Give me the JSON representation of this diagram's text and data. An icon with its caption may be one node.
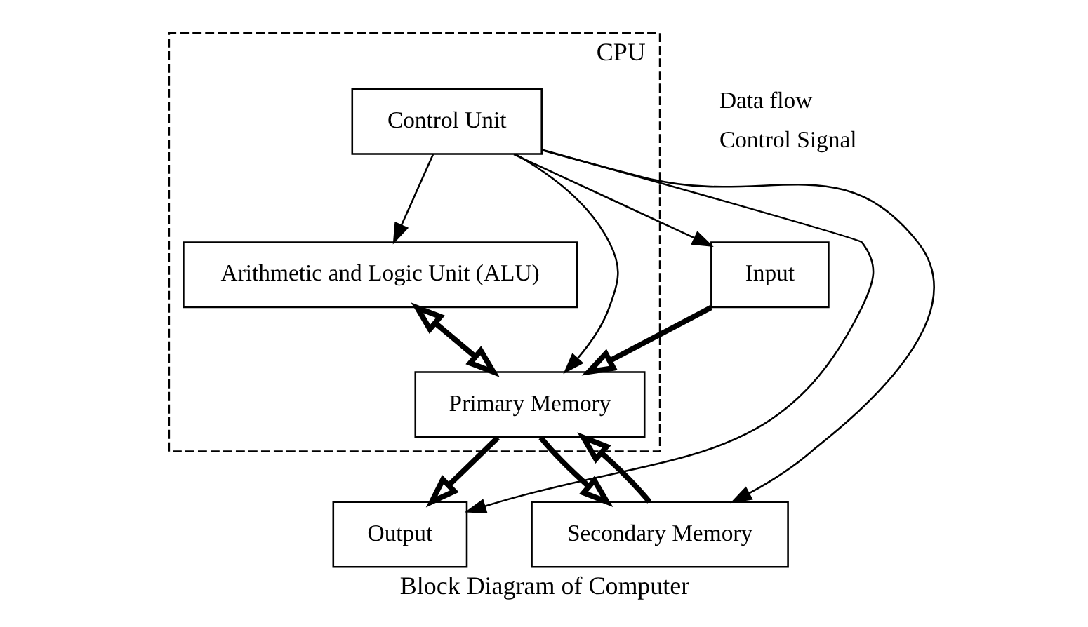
{
  "diagram": {
    "caption": "Block Diagram of Computer",
    "nodes": [
      {
        "text": [
          "CPU"
        ]
      },
      {
        "text": [
          "Control Unit"
        ],
        "in": 0
      },
      {
        "text": [
          "Arithmetic and Logic Unit (ALU)"
        ],
        "in": 0
      },
      {
        "text": [
          "Primary Memory"
        ],
        "in": 0
      },
      {
        "text": [
          "Input"
        ]
      },
      {
        "text": [
          "Output"
        ]
      },
      {
        "text": [
          "Secondary Memory"
        ]
      }
    ],
    "edges": [
      {
        "from": 1,
        "to": 2,
        "arrow": "to"
      },
      {
        "from": 2,
        "to": 3,
        "arrow": "both",
        "style": "thick"
      },
      {
        "from": 1,
        "to": 4,
        "arrow": "to"
      },
      {
        "from": 1,
        "to": 5,
        "arrow": "to"
      },
      {
        "from": 1,
        "to": 3,
        "arrow": "to"
      },
      {
        "from": 4,
        "to": 3,
        "arrow": "to",
        "style": "thick"
      },
      {
        "from": 3,
        "to": 5,
        "arrow": "to",
        "style": "thick"
      },
      {
        "from": 1,
        "to": 6,
        "arrow": "to"
      },
      {
        "from": 3,
        "to": 6,
        "arrow": "to",
        "style": "thick"
      },
      {
        "from": 6,
        "to": 3,
        "arrow": "to",
        "style": "thick"
      }
    ],
    "legend": [
      {
        "text": "Data flow"
      },
      {
        "text": "Control Signal"
      }
    ]
  }
}
